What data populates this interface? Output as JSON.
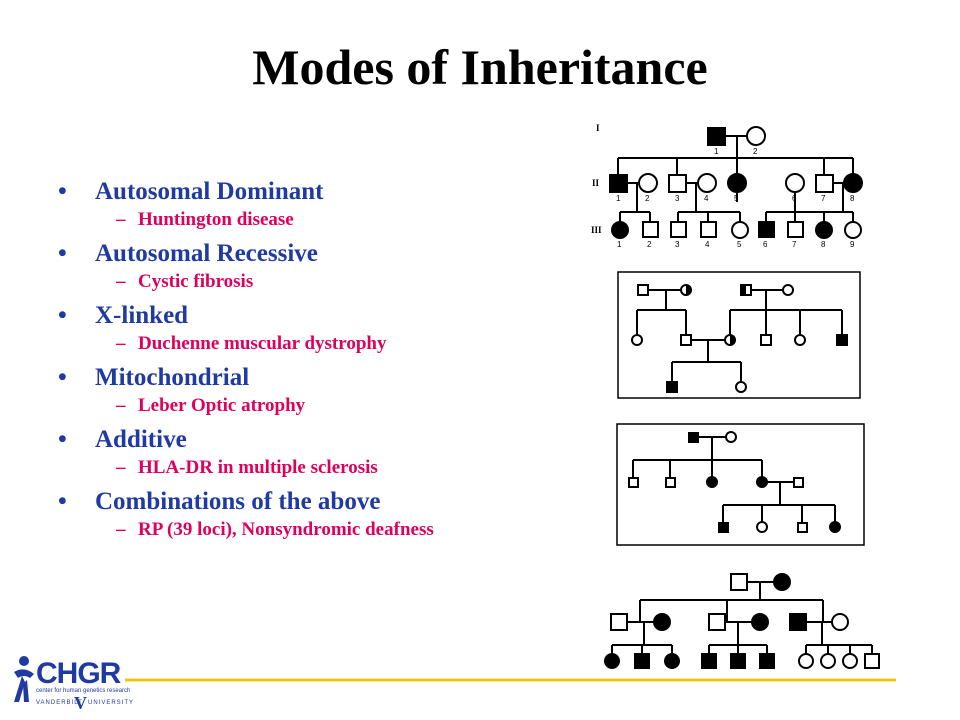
{
  "slide": {
    "title": "Modes of Inheritance"
  },
  "bullets": [
    {
      "label": "Autosomal Dominant",
      "sub": "Huntington disease"
    },
    {
      "label": "Autosomal Recessive",
      "sub": "Cystic fibrosis"
    },
    {
      "label": "X-linked",
      "sub": "Duchenne muscular dystrophy"
    },
    {
      "label": "Mitochondrial",
      "sub": "Leber Optic atrophy"
    },
    {
      "label": "Additive",
      "sub": "HLA-DR in multiple sclerosis"
    },
    {
      "label": "Combinations of the above",
      "sub": "RP (39 loci), Nonsyndromic deafness"
    }
  ],
  "pedigree1": {
    "generations": [
      "I",
      "II",
      "III"
    ],
    "gen1_numbers": [
      "1",
      "2"
    ],
    "gen2_numbers": [
      "1",
      "2",
      "3",
      "4",
      "5",
      "6",
      "7",
      "8"
    ],
    "gen3_numbers": [
      "1",
      "2",
      "3",
      "4",
      "5",
      "6",
      "7",
      "8",
      "9"
    ]
  },
  "logo": {
    "name": "CHGR",
    "subtitle": "center for human genetics research",
    "university_left": "VANDERBILT",
    "university_right": "UNIVERSITY",
    "monogram": "V"
  },
  "colors": {
    "bullet_blue": "#1f3aa3",
    "sub_pink": "#e0005b",
    "footer_line": "#f0c419"
  }
}
